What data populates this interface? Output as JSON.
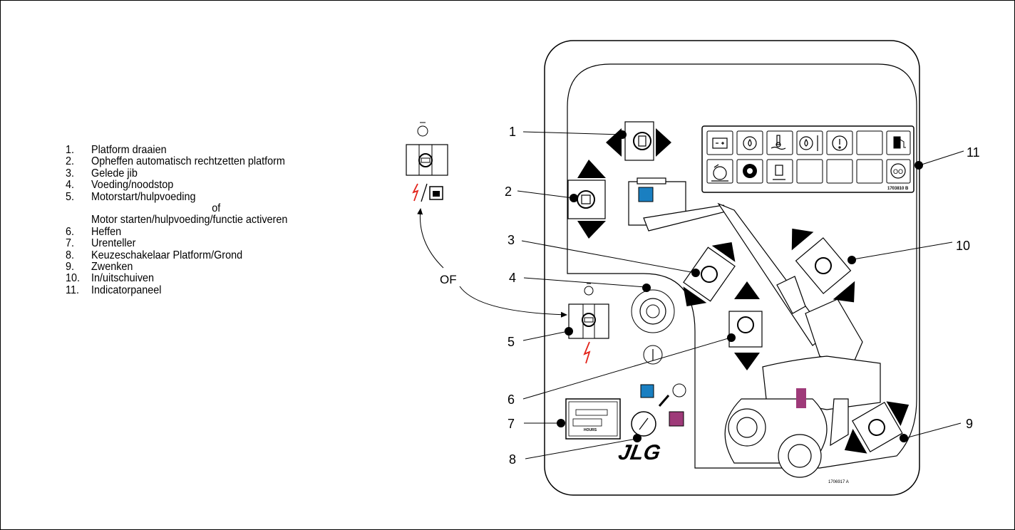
{
  "legend": [
    {
      "num": "1.",
      "text": "Platform draaien"
    },
    {
      "num": "2.",
      "text": "Opheffen automatisch rechtzetten platform"
    },
    {
      "num": "3.",
      "text": "Gelede jib"
    },
    {
      "num": "4.",
      "text": "Voeding/noodstop"
    },
    {
      "num": "5.",
      "text": "Motorstart/hulpvoeding"
    },
    {
      "num": "",
      "text": "of"
    },
    {
      "num": "",
      "text": "Motor starten/hulpvoeding/functie activeren"
    },
    {
      "num": "6.",
      "text": "Heffen"
    },
    {
      "num": "7.",
      "text": "Urenteller"
    },
    {
      "num": "8.",
      "text": "Keuzeschakelaar Platform/Grond"
    },
    {
      "num": "9.",
      "text": "Zwenken"
    },
    {
      "num": "10.",
      "text": "In/uitschuiven"
    },
    {
      "num": "11.",
      "text": "Indicatorpaneel"
    }
  ],
  "or_label": "OF",
  "callouts": [
    "1",
    "2",
    "3",
    "4",
    "5",
    "6",
    "7",
    "8",
    "9",
    "10",
    "11"
  ],
  "panel_part_no": "1706917 A",
  "indicator_part_no": "1703810 B",
  "brand": "JLG",
  "hourmeter_label": "HOURS",
  "colors": {
    "blue": "#1a7fc1",
    "purple": "#9e3a79",
    "red": "#e2231a"
  },
  "icons": [
    "battery-icon",
    "oil-pressure-icon",
    "coolant-temp-icon",
    "oil-level-icon",
    "warning-icon",
    "fuel-icon",
    "tilt-alarm-icon",
    "gear-icon",
    "tank-icon",
    "glow-plug-icon",
    "engine-icon",
    "power-icon",
    "unlock-icon"
  ]
}
